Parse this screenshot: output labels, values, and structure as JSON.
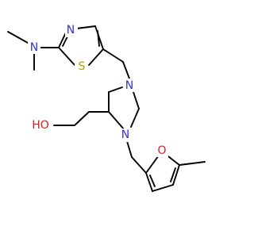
{
  "molecule": {
    "atoms": {
      "nitrogen_dimethylamino": "N",
      "nitrogen_thiazole": "N",
      "sulfur_thiazole": "S",
      "nitrogen_piperazine_top": "N",
      "nitrogen_piperazine_bottom": "N",
      "hydroxyl": "HO",
      "oxygen_furan": "O"
    },
    "colors": {
      "nitrogen": "#3333cc",
      "sulfur": "#b3a100",
      "oxygen": "#e01c1c",
      "carbon_bond": "#000000"
    }
  }
}
